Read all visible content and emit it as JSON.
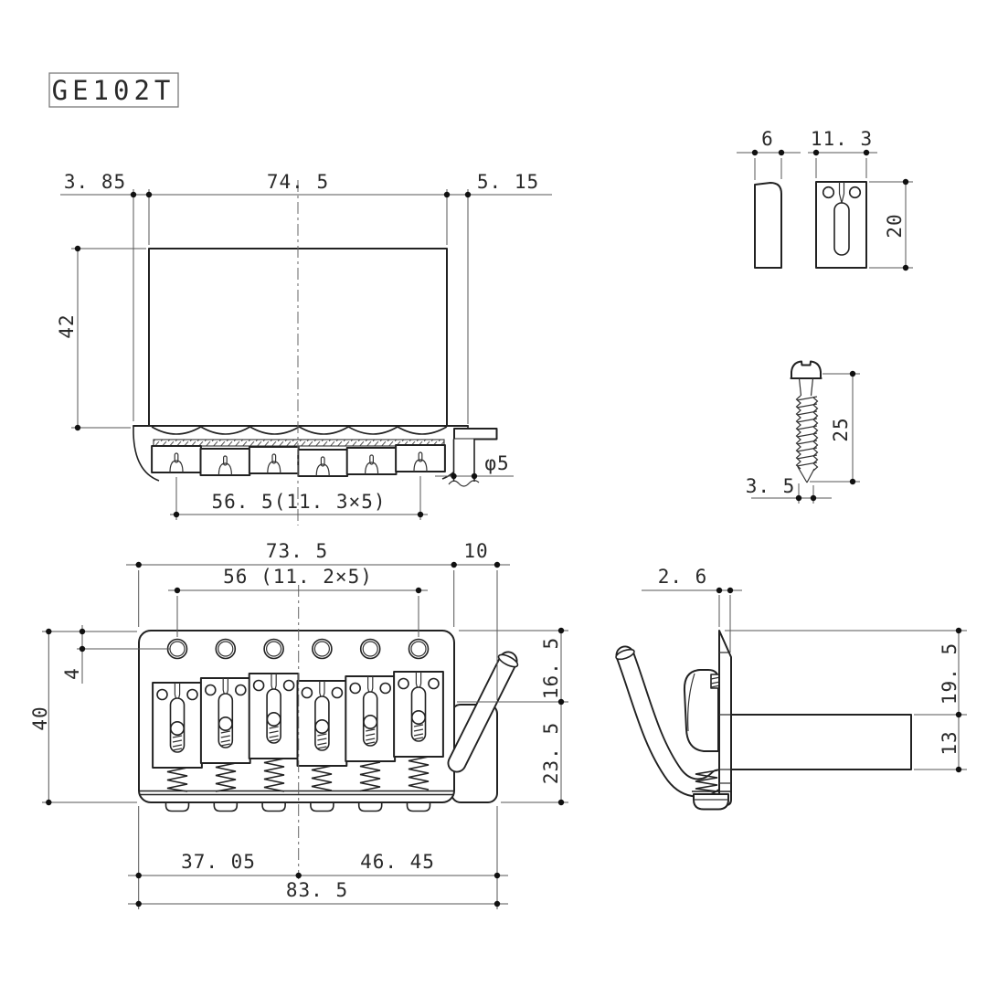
{
  "title_block": {
    "model": "GE102T"
  },
  "colors": {
    "background": "#ffffff",
    "outline": "#222222",
    "dimension_lines": "#555555",
    "text": "#2a2a2a"
  },
  "rear_view": {
    "dim_plate_left_to_block": "3. 85",
    "dim_block_width": "74. 5",
    "dim_block_right_to_plate": "5. 15",
    "dim_height": "42",
    "dim_string_spread": "56. 5(11. 3×5)",
    "dim_arm_diameter": "φ5"
  },
  "saddle_detail": {
    "dim_thickness": "6",
    "dim_width": "11. 3",
    "dim_height": "20"
  },
  "screw_detail": {
    "dim_length": "25",
    "dim_diameter": "3. 5"
  },
  "top_view": {
    "dim_plate_width": "73. 5",
    "dim_arm_base_width": "10",
    "dim_screw_hole_spacing": "56 (11. 2×5)",
    "dim_hole_inset": "4",
    "dim_plate_depth": "40",
    "dim_front_section": "16. 5",
    "dim_rear_section": "23. 5",
    "dim_left_of_center": "37. 05",
    "dim_right_of_center": "46. 45",
    "dim_overall_width": "83. 5"
  },
  "side_view": {
    "dim_plate_thickness": "2. 6",
    "dim_plate_top_to_block": "19. 5",
    "dim_block_height": "13"
  }
}
